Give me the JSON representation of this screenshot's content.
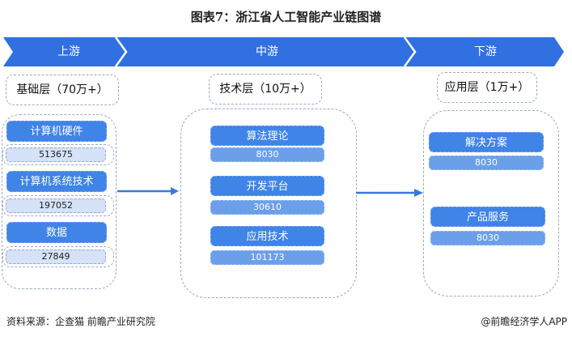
{
  "title": "图表7：浙江省人工智能产业链图谱",
  "stages": {
    "upstream": "上游",
    "midstream": "中游",
    "downstream": "下游"
  },
  "colors": {
    "banner": "#3070e0",
    "category": "#3f84e6",
    "value_light": "#d5e2f7",
    "value_blue": "#6b9fea",
    "dashed_border": "#9aa9c2"
  },
  "upstream": {
    "layer": "基础层（70万+）",
    "items": [
      {
        "label": "计算机硬件",
        "value": "513675"
      },
      {
        "label": "计算机系统技术",
        "value": "197052"
      },
      {
        "label": "数据",
        "value": "27849"
      }
    ]
  },
  "midstream": {
    "layer": "技术层（10万+）",
    "items": [
      {
        "label": "算法理论",
        "value": "8030"
      },
      {
        "label": "开发平台",
        "value": "30610"
      },
      {
        "label": "应用技术",
        "value": "101173"
      }
    ]
  },
  "downstream": {
    "layer": "应用层（1万+）",
    "items": [
      {
        "label": "解决方案",
        "value": "8030"
      },
      {
        "label": "产品服务",
        "value": "8030"
      }
    ]
  },
  "footer": {
    "source": "资料来源：企查猫 前瞻产业研究院",
    "credit": "@前瞻经济学人APP"
  }
}
